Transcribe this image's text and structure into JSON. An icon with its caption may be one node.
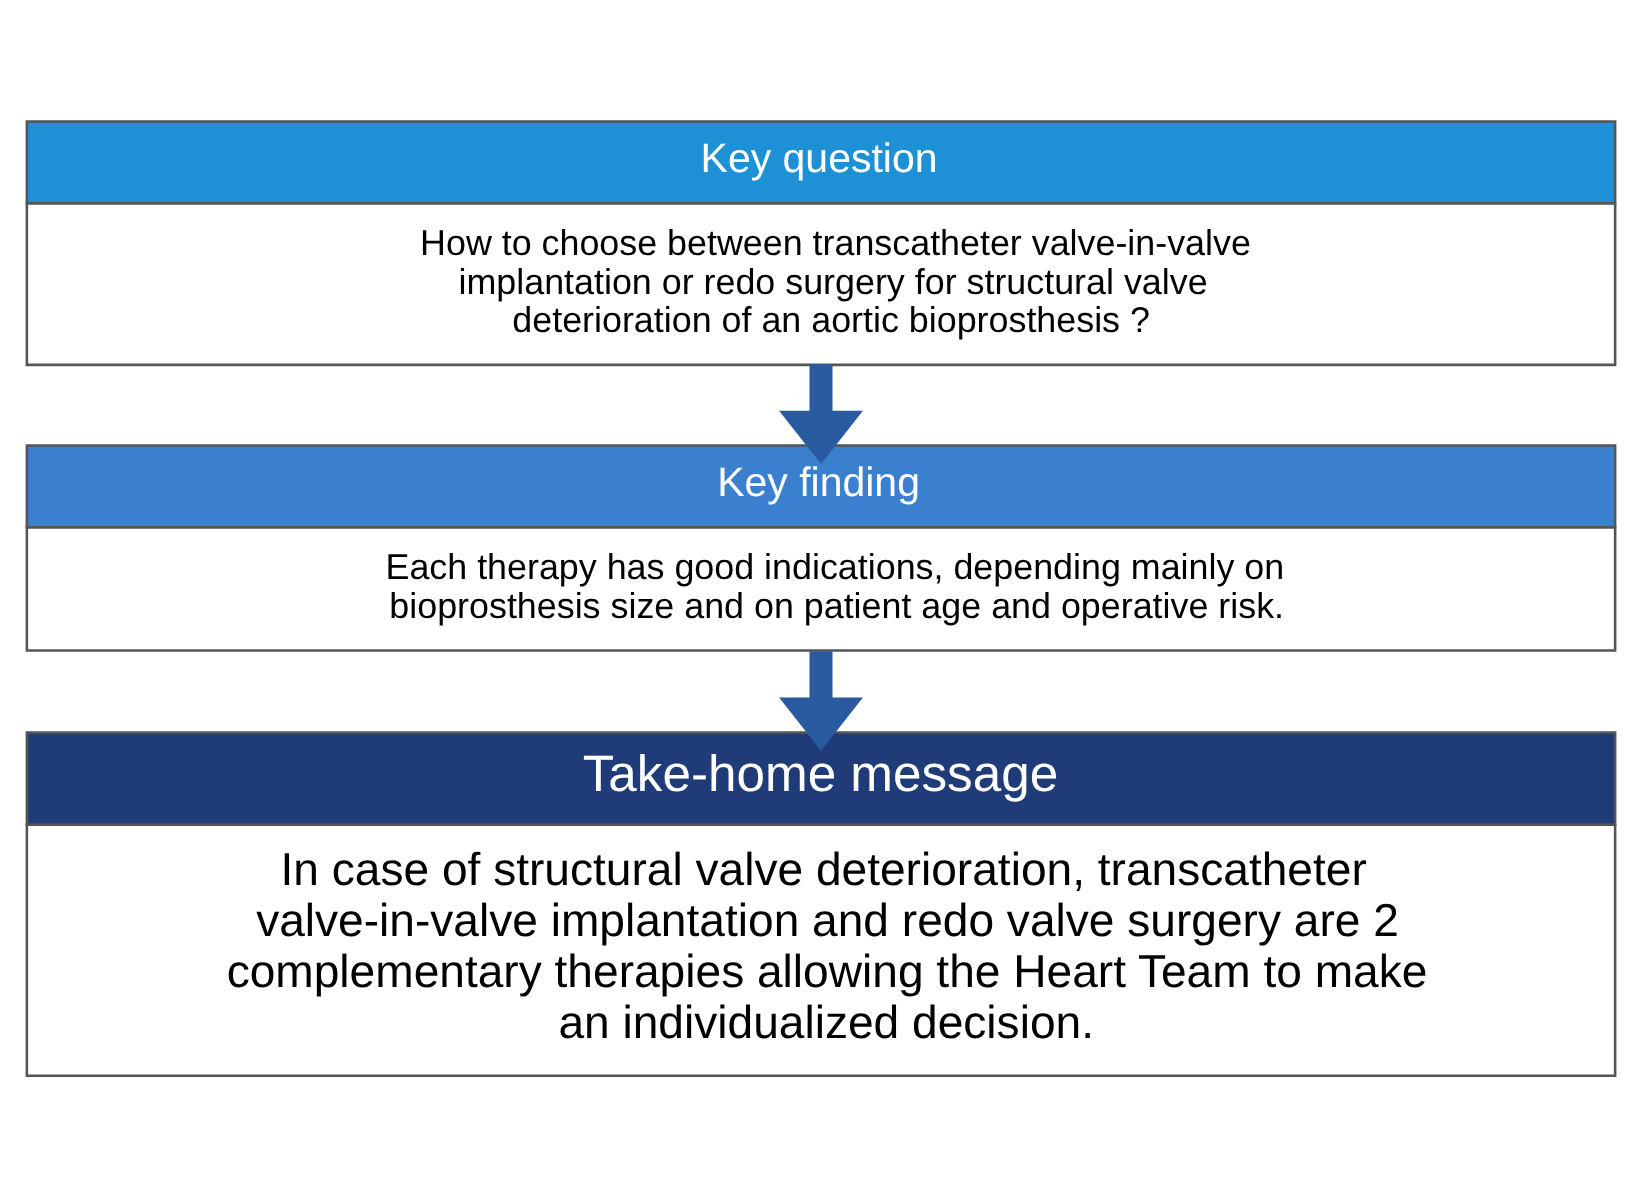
{
  "diagram": {
    "nodes": [
      {
        "text": [
          "Key question",
          "How to choose between transcatheter valve-in-valve implantation or redo surgery for structural valve deterioration of an aortic bioprosthesis ?"
        ]
      },
      {
        "text": [
          "Key finding",
          "Each therapy has good indications, depending mainly on bioprosthesis size and on patient age and operative risk."
        ]
      },
      {
        "text": [
          "Take-home message",
          "In case of structural valve deterioration, transcatheter valve-in-valve implantation and redo valve surgery are 2 complementary therapies allowing the Heart Team to make an individualized decision."
        ]
      }
    ],
    "edges": [
      {
        "from": 0,
        "to": 1,
        "arrow": "to"
      },
      {
        "from": 1,
        "to": 2,
        "arrow": "to"
      }
    ]
  }
}
